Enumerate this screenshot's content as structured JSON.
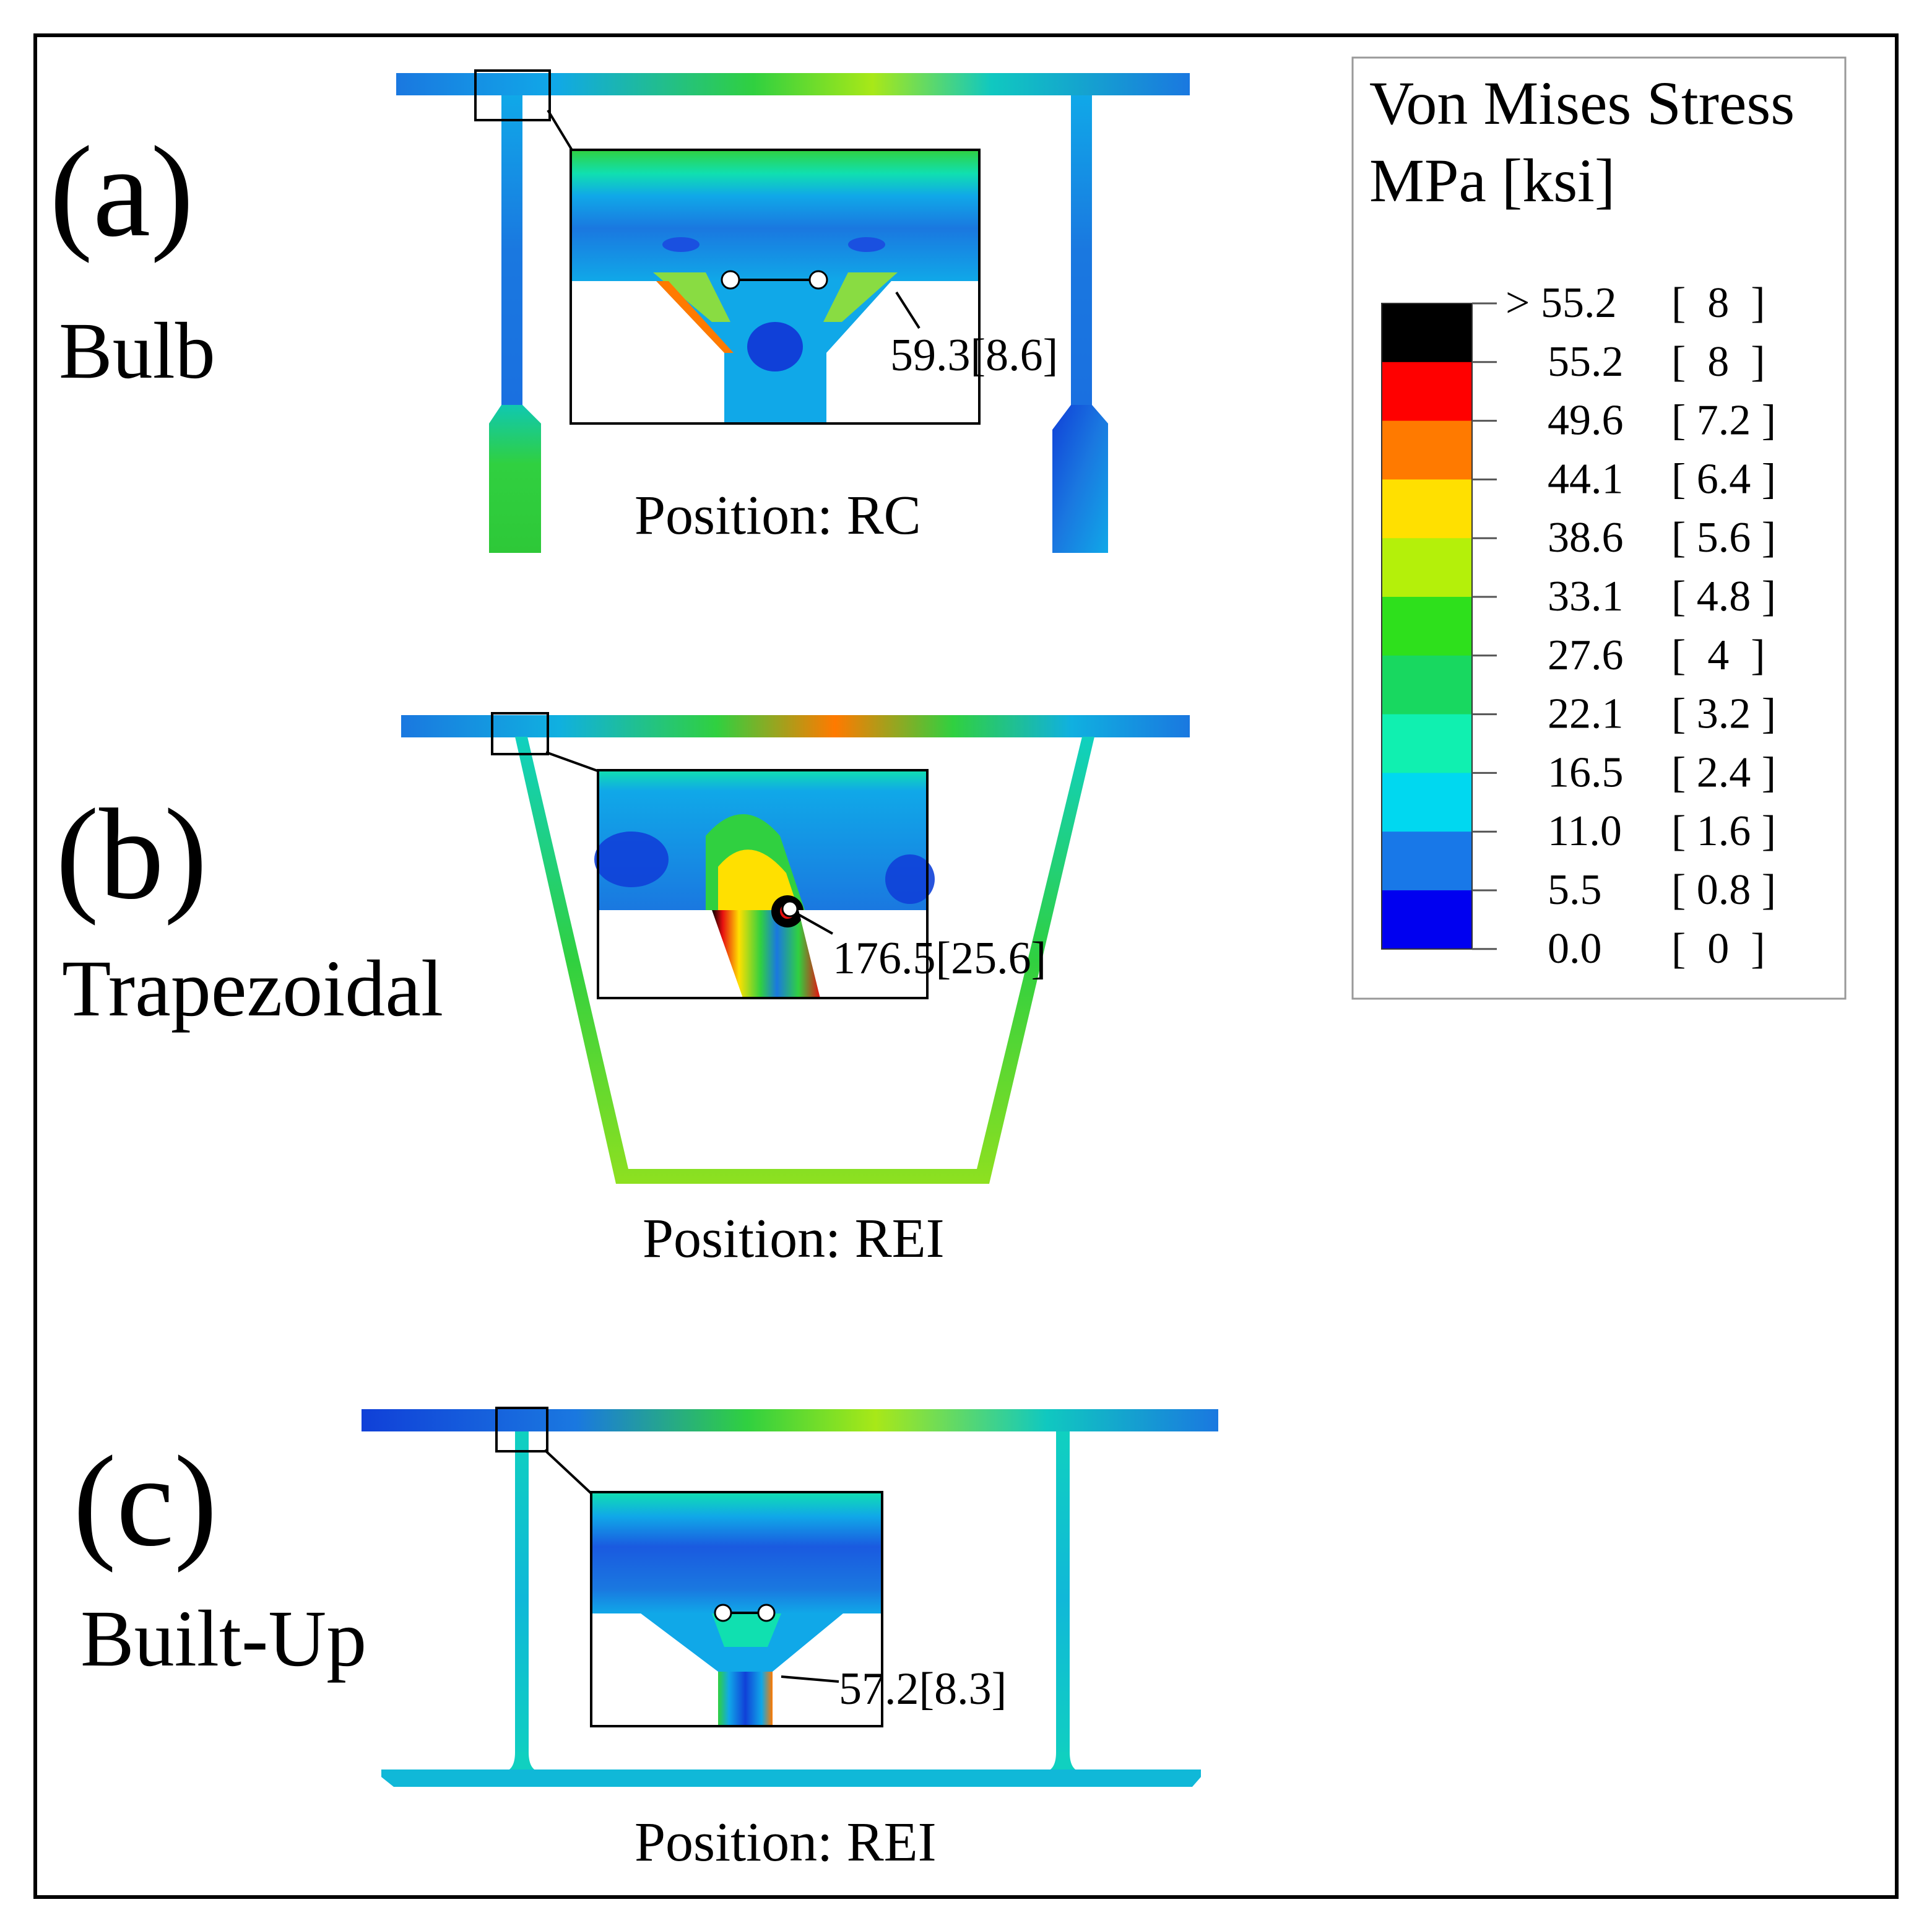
{
  "panels": [
    {
      "letter": "(a)",
      "name": "Bulb",
      "position": "Position: RC",
      "max_stress": "59.3[8.6]"
    },
    {
      "letter": "(b)",
      "name": "Trapezoidal",
      "position": "Position: REI",
      "max_stress": "176.5[25.6]"
    },
    {
      "letter": "(c)",
      "name": "Built-Up",
      "position": "Position: REI",
      "max_stress": "57.2[8.3]"
    }
  ],
  "legend": {
    "title_line1": "Von Mises Stress",
    "title_line2": "MPa [ksi]",
    "entries": [
      {
        "mpa": "> 55.2",
        "ksi": "[  8  ]"
      },
      {
        "mpa": "55.2",
        "ksi": "[  8  ]"
      },
      {
        "mpa": "49.6",
        "ksi": "[ 7.2 ]"
      },
      {
        "mpa": "44.1",
        "ksi": "[ 6.4 ]"
      },
      {
        "mpa": "38.6",
        "ksi": "[ 5.6 ]"
      },
      {
        "mpa": "33.1",
        "ksi": "[ 4.8 ]"
      },
      {
        "mpa": "27.6",
        "ksi": "[  4  ]"
      },
      {
        "mpa": "22.1",
        "ksi": "[ 3.2 ]"
      },
      {
        "mpa": "16.5",
        "ksi": "[ 2.4 ]"
      },
      {
        "mpa": "11.0",
        "ksi": "[ 1.6 ]"
      },
      {
        "mpa": "5.5",
        "ksi": "[ 0.8 ]"
      },
      {
        "mpa": "0.0",
        "ksi": "[  0  ]"
      }
    ],
    "colors": [
      "#000000",
      "#ff0000",
      "#ff7a00",
      "#ffe000",
      "#b4f00a",
      "#2ee01c",
      "#18d860",
      "#10f0b0",
      "#00d8f0",
      "#1878e8",
      "#0000f0"
    ]
  },
  "stress_colors": {
    "dark_blue": "#1040d8",
    "blue": "#1a78e0",
    "light_blue": "#10a8e8",
    "cyan": "#10e0c8",
    "green": "#30d040",
    "yellow_green": "#a8e818",
    "yellow": "#ffe000",
    "orange": "#ff7a00",
    "red": "#e81010",
    "black": "#000000"
  }
}
